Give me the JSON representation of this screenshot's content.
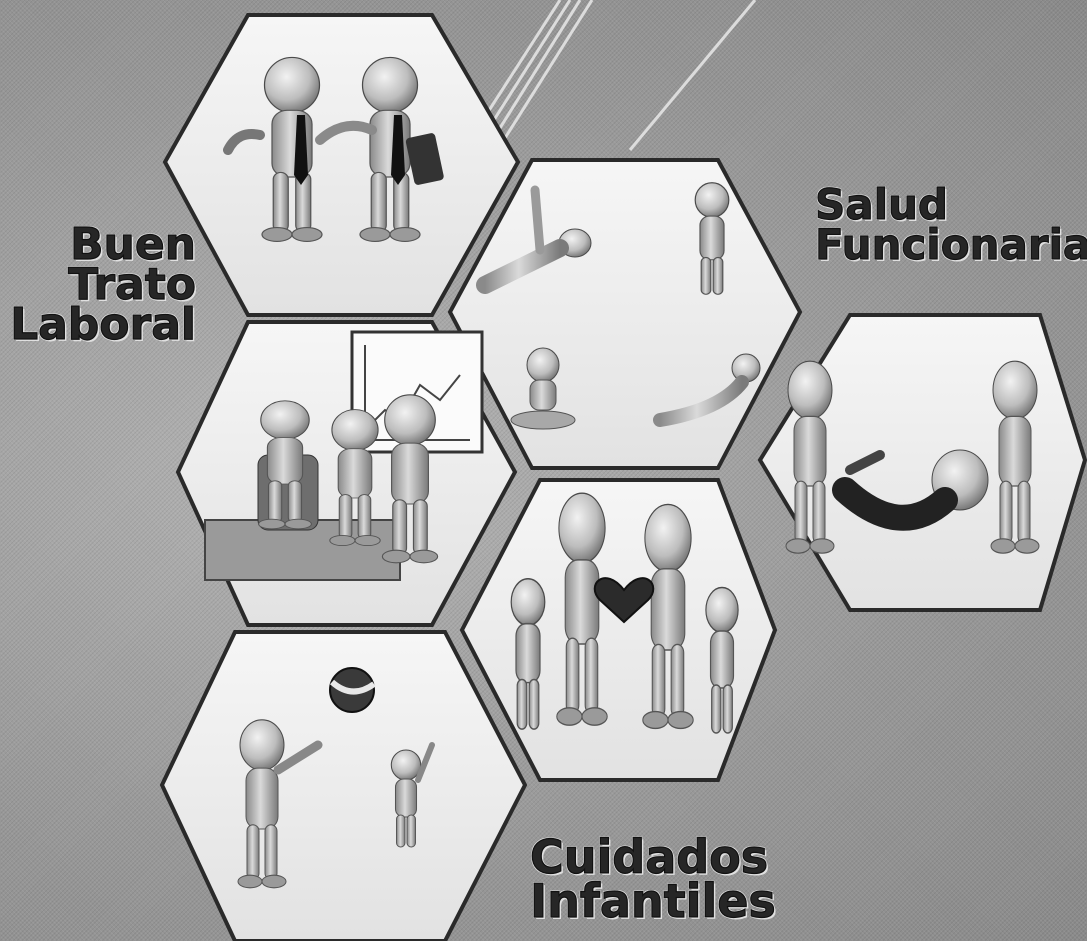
{
  "labels": {
    "buen_trato": [
      "Buen",
      "Trato",
      "Laboral"
    ],
    "salud": [
      "Salud",
      "Funcionaria"
    ],
    "cuidados": [
      "Cuidados",
      "Infantiles"
    ]
  },
  "scenes": [
    {
      "name": "two-colleagues-hexagon",
      "icon": "coworkers-with-ties"
    },
    {
      "name": "yoga-poses-hexagon",
      "icon": "stretching-figures"
    },
    {
      "name": "meeting-presentation-hexagon",
      "icon": "office-meeting-whiteboard"
    },
    {
      "name": "carrying-person-hexagon",
      "icon": "help-carry-colleague"
    },
    {
      "name": "family-heart-hexagon",
      "icon": "family-with-heart"
    },
    {
      "name": "ball-play-hexagon",
      "icon": "adult-child-beach-ball"
    }
  ],
  "colors": {
    "background": "#9c9c9c",
    "hex_fill": "#f4f4f4",
    "hex_border": "#2a2a2a",
    "figure": "#c8c8c8",
    "label_text": "#262626"
  }
}
